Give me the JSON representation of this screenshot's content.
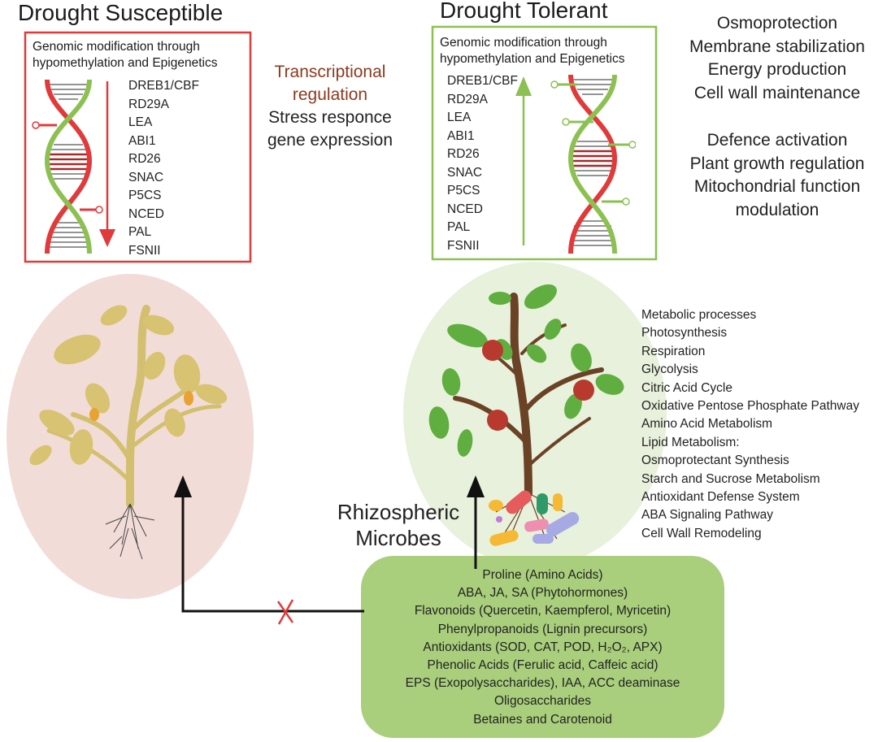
{
  "susceptible": {
    "title": "Drought Susceptible",
    "box_heading_1": "Genomic modification through",
    "box_heading_2": "hypomethylation and Epigenetics",
    "genes": [
      "DREB1/CBF",
      "RD29A",
      "LEA",
      "ABI1",
      "RD26",
      "SNAC",
      "P5CS",
      "NCED",
      "PAL",
      "FSNII"
    ],
    "border_color": "#e03a3a"
  },
  "tolerant": {
    "title": "Drought Tolerant",
    "box_heading_1": "Genomic modification through",
    "box_heading_2": "hypomethylation and Epigenetics",
    "genes": [
      "DREB1/CBF",
      "RD29A",
      "LEA",
      "ABI1",
      "RD26",
      "SNAC",
      "P5CS",
      "NCED",
      "PAL",
      "FSNII"
    ],
    "border_color": "#8cc152"
  },
  "middle": {
    "line1": "Transcriptional",
    "line2": "regulation",
    "line3": "Stress responce",
    "line4": "gene expression",
    "accent_color": "#8b3a1e"
  },
  "functions_top": [
    "Osmoprotection",
    "Membrane stabilization",
    "Energy production",
    "Cell wall maintenance"
  ],
  "functions_bottom": [
    "Defence activation",
    "Plant growth regulation",
    "Mitochondrial function",
    "modulation"
  ],
  "metabolic": [
    "Metabolic processes",
    "Photosynthesis",
    "Respiration",
    "Glycolysis",
    "Citric Acid Cycle",
    "Oxidative Pentose Phosphate Pathway",
    "Amino Acid Metabolism",
    "Lipid Metabolism:",
    "Osmoprotectant Synthesis",
    "Starch and Sucrose Metabolism",
    "Antioxidant Defense System",
    "ABA Signaling Pathway",
    "Cell Wall Remodeling"
  ],
  "rhizo": {
    "line1": "Rhizospheric",
    "line2": "Microbes"
  },
  "microbe_products": [
    "Proline (Amino Acids)",
    "ABA, JA, SA (Phytohormones)",
    "Flavonoids (Quercetin, Kaempferol, Myricetin)",
    "Phenylpropanoids (Lignin precursors)",
    "Antioxidants (SOD, CAT, POD, H₂O₂, APX)",
    "Phenolic Acids (Ferulic acid, Caffeic acid)",
    "EPS (Exopolysaccharides), IAA, ACC deaminase",
    "Oligosaccharides",
    "Betaines and Carotenoid"
  ],
  "colors": {
    "red": "#e03a3a",
    "green": "#8cc152",
    "product_box": "#a9cf7c",
    "pink_oval": "#f2dcd8",
    "green_oval": "#e8f1dc"
  }
}
